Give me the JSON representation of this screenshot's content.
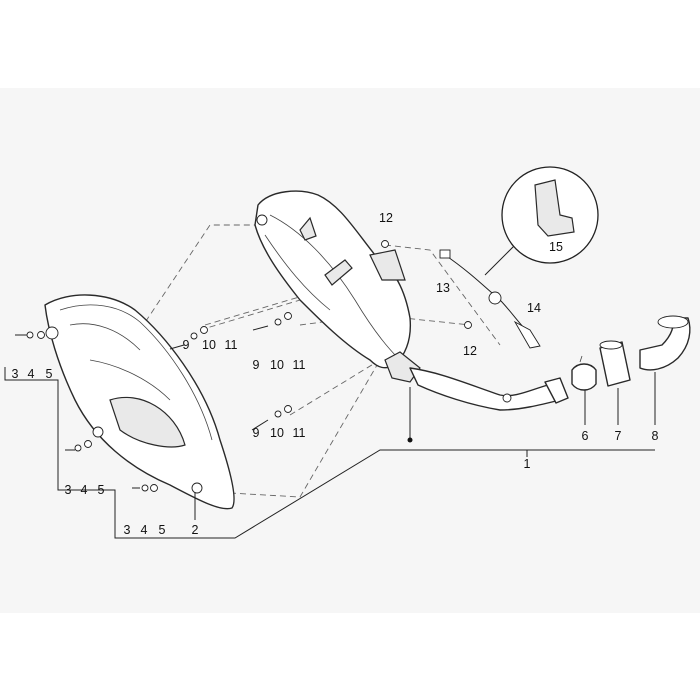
{
  "diagram": {
    "callouts": {
      "n1": "1",
      "n2": "2",
      "n3a": "3",
      "n4a": "4",
      "n5a": "5",
      "n3b": "3",
      "n4b": "4",
      "n5b": "5",
      "n3c": "3",
      "n4c": "4",
      "n5c": "5",
      "n6": "6",
      "n7": "7",
      "n8": "8",
      "n9a": "9",
      "n10a": "10",
      "n11a": "11",
      "n9b": "9",
      "n10b": "10",
      "n11b": "11",
      "n9c": "9",
      "n10c": "10",
      "n11c": "11",
      "n12a": "12",
      "n12b": "12",
      "n13": "13",
      "n14": "14",
      "n15": "15"
    }
  }
}
